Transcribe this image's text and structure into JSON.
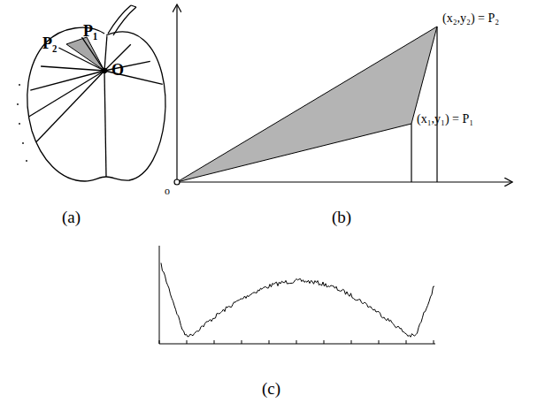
{
  "diagram": {
    "labels": [
      "P₁",
      "P₂",
      "O",
      "(x₂,y₂) = P₂",
      "(x₁,y₁) = P₁",
      "o",
      "(a)",
      "(b)",
      "(c)"
    ]
  }
}
